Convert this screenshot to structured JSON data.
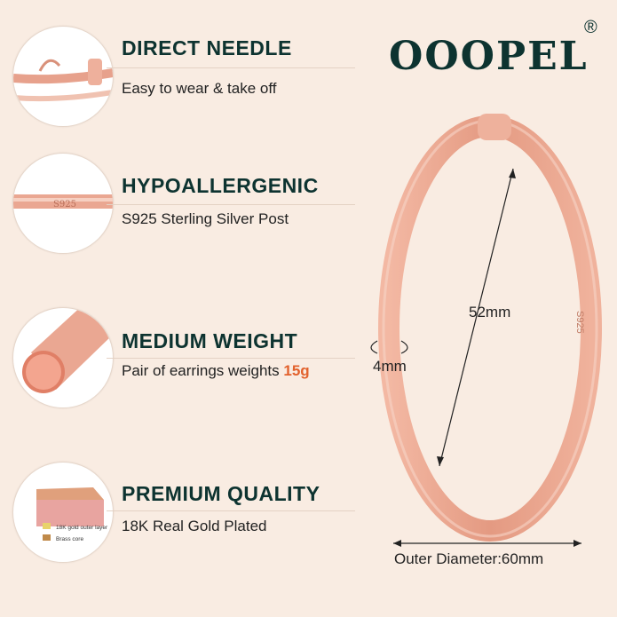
{
  "brand": {
    "name": "OOOPEL",
    "registered": "®"
  },
  "features": [
    {
      "title": "DIRECT NEEDLE",
      "subtitle": "Easy to wear & take off",
      "icon": "hoop-clasp-icon"
    },
    {
      "title": "HYPOALLERGENIC",
      "subtitle": "S925 Sterling Silver Post",
      "icon": "s925-post-icon",
      "stamp": "S925"
    },
    {
      "title": "MEDIUM WEIGHT",
      "subtitle_prefix": "Pair of earrings weights ",
      "subtitle_highlight": "15g",
      "icon": "tube-cross-section-icon"
    },
    {
      "title": "PREMIUM QUALITY",
      "subtitle": "18K Real Gold Plated",
      "icon": "layers-icon",
      "legend": [
        {
          "label": "18K gold outer layer",
          "color": "#e8d36a"
        },
        {
          "label": "Brass core",
          "color": "#c08a4a"
        }
      ]
    }
  ],
  "product": {
    "height_label": "52mm",
    "thickness_label": "4mm",
    "diameter_label": "Outer Diameter:60mm",
    "stamp": "S925"
  },
  "colors": {
    "background": "#f9ece2",
    "text": "#0d3330",
    "accent": "#e2612c",
    "rose_gold": "#e9a48d"
  }
}
